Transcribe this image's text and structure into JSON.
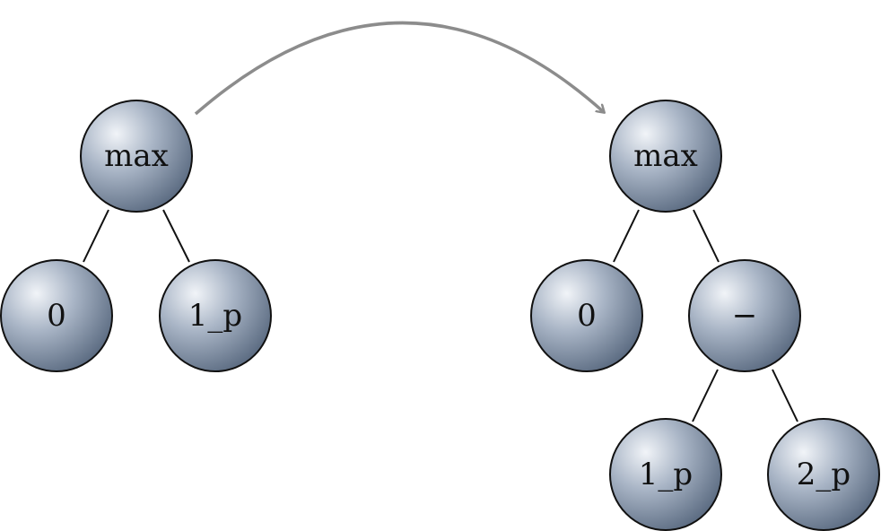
{
  "diagram": {
    "left_tree": {
      "root": "max",
      "left_child": "0",
      "right_child": "1_p"
    },
    "right_tree": {
      "root": "max",
      "left_child": "0",
      "right_child": "−",
      "minus_left_child": "1_p",
      "minus_right_child": "2_p"
    }
  },
  "colors": {
    "node_highlight": "#f1f4f8",
    "node_mid": "#a9b5c6",
    "node_shadow": "#5e6e84",
    "arrow": "#8c8c8c",
    "edge": "#111111"
  }
}
